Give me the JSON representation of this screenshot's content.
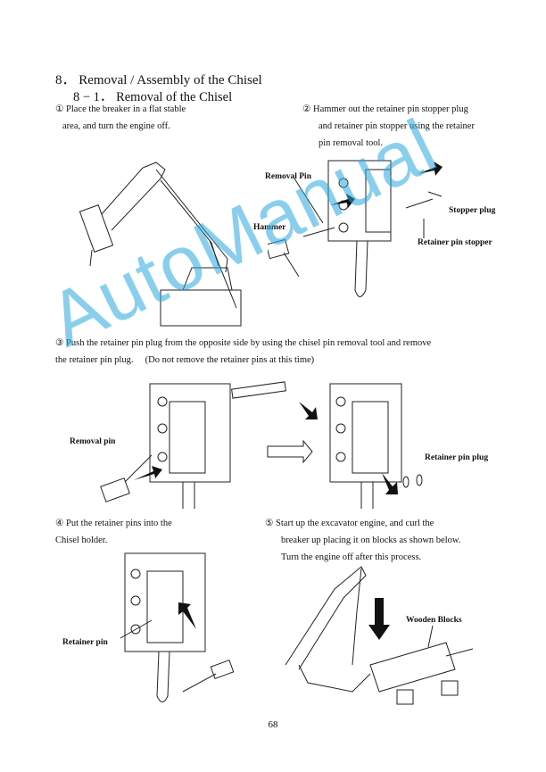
{
  "section": {
    "number": "8．",
    "title": "Removal / Assembly of the Chisel",
    "sub_number": "8 − 1．",
    "sub_title": "Removal of the Chisel"
  },
  "steps": {
    "s1": {
      "num": "①",
      "line1": "Place the breaker in a flat stable",
      "line2": "area, and turn the engine off."
    },
    "s2": {
      "num": "②",
      "line1": "Hammer out the retainer pin stopper plug",
      "line2": "and retainer pin stopper using the retainer",
      "line3": "pin removal tool."
    },
    "s3": {
      "num": "③",
      "line1": "Push the retainer pin plug from the opposite side by using the chisel pin removal tool and remove",
      "line2": "the retainer pin plug.",
      "note": "(Do not remove the retainer pins at this time)"
    },
    "s4": {
      "num": "④",
      "line1": "Put the retainer pins into the",
      "line2": "Chisel holder."
    },
    "s5": {
      "num": "⑤",
      "line1": "Start up the excavator engine, and curl the",
      "line2": "breaker up placing it on blocks as shown below.",
      "line3": "Turn the engine off after this process."
    }
  },
  "labels": {
    "removal_pin": "Removal Pin",
    "hammer": "Hammer",
    "stopper_plug": "Stopper plug",
    "retainer_pin_stopper": "Retainer pin stopper",
    "removal_pin_2": "Removal pin",
    "retainer_pin_plug": "Retainer pin plug",
    "retainer_pin": "Retainer pin",
    "wooden_blocks": "Wooden Blocks"
  },
  "watermark": "AutoManual",
  "page_number": "68",
  "colors": {
    "watermark": "#29a9e0",
    "ink": "#111111"
  }
}
